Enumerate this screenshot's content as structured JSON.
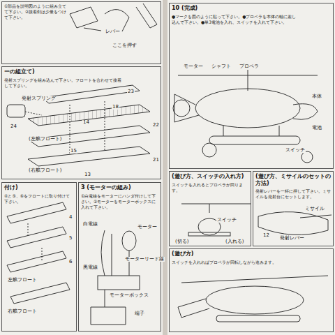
{
  "diagram": {
    "nodes": [
      {
        "text": [
          "①部品を説明図のように組み立てて下さい。②接着剤は少量をつけて下さい。"
        ]
      },
      {
        "text": [
          "ーの組立て)",
          "発射スプリングを組み込んで下さい。フロートを合わせて接着して下さい。"
        ]
      },
      {
        "text": [
          "付け)",
          "④と⑤、⑥をフロートに取り付けて下さい。"
        ]
      },
      {
        "text": [
          "3 (モーターの組み)",
          "①白電線をモーターにハンダ付けして下さい。②モーターをモーターボックスに入れて下さい。"
        ]
      },
      {
        "text": [
          "10 (完成)",
          "●マークを図のように貼って下さい。●プロペラを本体の軸に差し込んで下さい。●単3電池を入れ、スイッチを入れて下さい。"
        ]
      },
      {
        "text": [
          "(遊び方、スイッチの入れ方)",
          "スイッチを入れるとプロペラが回ります。"
        ]
      },
      {
        "text": [
          "(遊び方、ミサイルのセットの方法)",
          "発射レバーを一杯に押して下さい。ミサイルを発射台にセットします。"
        ]
      },
      {
        "text": [
          "(遊び方)",
          "スイッチを入れればプロペラが回転しながら進みます。"
        ]
      }
    ],
    "labels": [
      "レバー",
      "ここを押す",
      "発射スプリング",
      "(左舷フロート)",
      "(右舷フロート)",
      "23",
      "18",
      "22",
      "24",
      "14",
      "15",
      "21",
      "13",
      "4",
      "5",
      "6",
      "左舷フロート",
      "右舷フロート",
      "白電線",
      "モーター",
      "モーターリード線",
      "黒電線",
      "モーターボックス",
      "端子",
      "モーター",
      "シャフト",
      "プロペラ",
      "本体",
      "電池",
      "スイッチ",
      "スイッチ",
      "(切る)",
      "(入れる)",
      "ミサイル",
      "12",
      "発射レバー"
    ]
  }
}
